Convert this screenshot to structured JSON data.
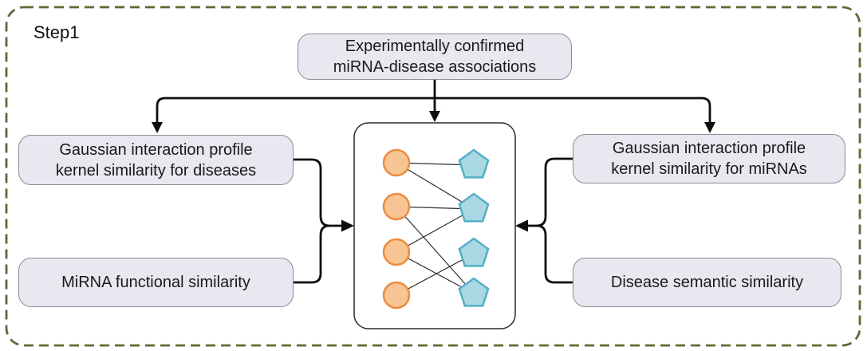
{
  "step_label": "Step1",
  "boxes": {
    "top": {
      "lines": [
        "Experimentally confirmed",
        "miRNA-disease associations"
      ]
    },
    "left1": {
      "lines": [
        "Gaussian interaction profile",
        "kernel similarity for diseases"
      ]
    },
    "left2": {
      "lines": [
        "MiRNA functional similarity"
      ]
    },
    "right1": {
      "lines": [
        "Gaussian interaction profile",
        "kernel similarity for miRNAs"
      ]
    },
    "right2": {
      "lines": [
        "Disease semantic similarity"
      ]
    }
  },
  "graph": {
    "description": "bipartite miRNA-disease association network",
    "left_node_shape": "circle",
    "left_node_count": 4,
    "right_node_shape": "pentagon",
    "right_node_count": 4,
    "edges": [
      [
        1,
        1
      ],
      [
        1,
        2
      ],
      [
        2,
        2
      ],
      [
        2,
        4
      ],
      [
        3,
        2
      ],
      [
        3,
        4
      ],
      [
        4,
        3
      ]
    ]
  },
  "colors": {
    "circle_fill": "#F7C593",
    "circle_stroke": "#EC8C3F",
    "pentagon_fill": "#A9D8E2",
    "pentagon_stroke": "#54AFC7",
    "box_fill": "#E9E7EF",
    "box_border": "#8C8C96",
    "outer_border": "#5C6A35",
    "arrow": "#0d0d0d"
  }
}
